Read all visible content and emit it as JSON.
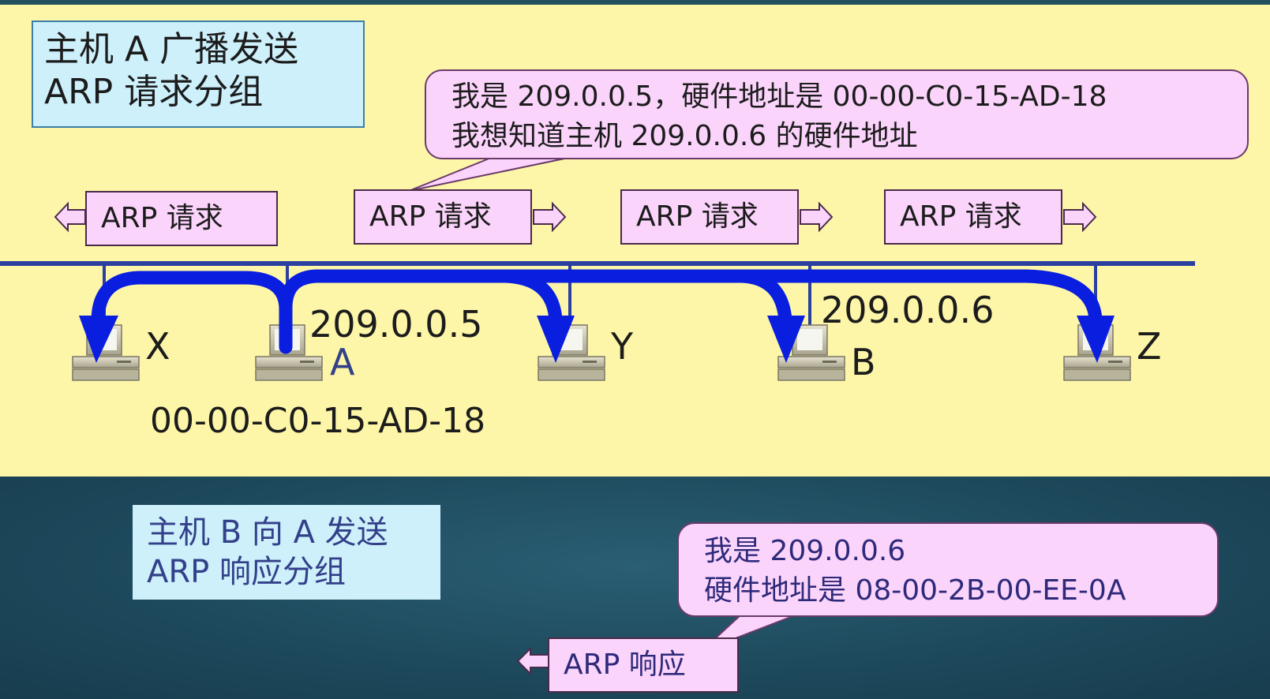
{
  "top_title": {
    "line1": "主机 A 广播发送",
    "line2": "ARP 请求分组"
  },
  "bottom_title": {
    "line1": "主机 B 向 A 发送",
    "line2": "ARP 响应分组"
  },
  "request_bubble": {
    "line1": "我是 209.0.0.5，硬件地址是 00-00-C0-15-AD-18",
    "line2": "我想知道主机 209.0.0.6 的硬件地址"
  },
  "reply_bubble": {
    "line1": "我是 209.0.0.6",
    "line2": "硬件地址是 08-00-2B-00-EE-0A"
  },
  "packets": [
    "ARP 请求",
    "ARP 请求",
    "ARP 请求",
    "ARP 请求"
  ],
  "reply_packet": "ARP 响应",
  "hosts": {
    "x": "X",
    "a": "A",
    "y": "Y",
    "b": "B",
    "z": "Z"
  },
  "host_a_ip": "209.0.0.5",
  "host_b_ip": "209.0.0.6",
  "host_a_mac": "00-00-C0-15-AD-18",
  "colors": {
    "top_background": "#fdf6a8",
    "bottom_background": "#1f4b5e",
    "bus_line": "#2a3fa0",
    "broadcast_arrow": "#0a1ee0",
    "packet_fill": "#fbd4fb",
    "title_fill": "#cdf0fb"
  }
}
